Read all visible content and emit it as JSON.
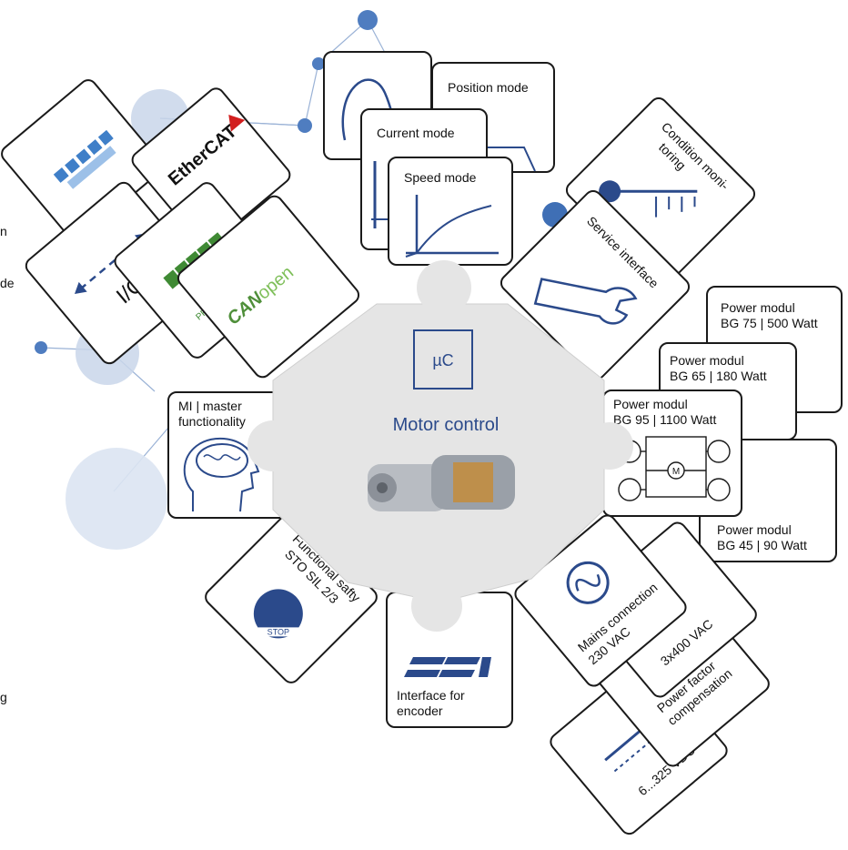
{
  "center": {
    "uc_label": "µC",
    "title": "Motor control"
  },
  "modes": {
    "position": "Position mode",
    "current": "Current mode",
    "speed": "Speed mode"
  },
  "bus": {
    "ethercat": "EtherCAT",
    "profinet": "PROFI NET",
    "canopen_can": "CAN",
    "canopen_open": "open",
    "io": "I/O"
  },
  "left_modules": {
    "master": "MI | master\nfunctionality",
    "safety_line1": "Functional safty",
    "safety_line2": "STO SIL 2/3",
    "stop": "STOP",
    "encoder": "Interface for\nencoder"
  },
  "right_modules": {
    "condition_line1": "Condition moni-",
    "condition_line2": "toring",
    "service": "Service interface",
    "power_75": "Power modul\nBG 75 | 500 Watt",
    "power_65": "Power modul\nBG 65 | 180 Watt",
    "power_95": "Power modul\nBG 95 | 1100 Watt",
    "power_45": "Power modul\nBG 45 | 90 Watt",
    "motor_symbol": "M"
  },
  "supply": {
    "mains_line1": "Mains connection",
    "mains_line2": "230 VAC",
    "three_phase": "3x400 VAC",
    "pfc_line1": "Power factor",
    "pfc_line2": "compensation",
    "dc": "6...325 VDC"
  },
  "edge_text": {
    "n": "n",
    "de": "de",
    "g": "g"
  },
  "colors": {
    "accent": "#2b4a8b",
    "hub": "#e5e5e5",
    "bubble": "#c9d6ea",
    "network_node": "#3f6fb5",
    "canopen_green": "#4f8f3a",
    "profinet_green": "#3f8a34"
  }
}
